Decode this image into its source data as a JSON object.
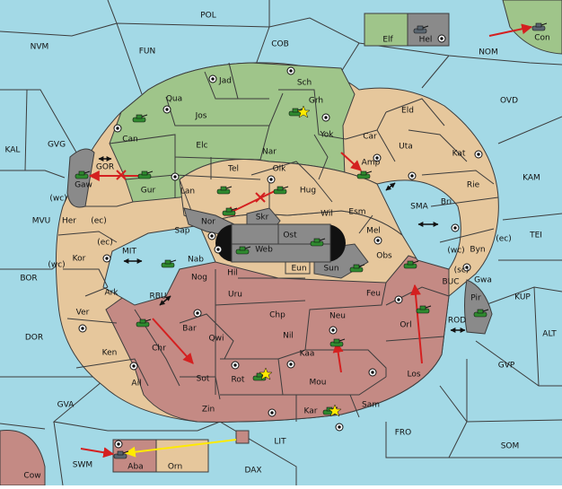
{
  "colors": {
    "sea": "#a3d9e6",
    "land_tan": "#e6c79c",
    "land_green": "#9fc58a",
    "land_rose": "#c48a84",
    "land_grey": "#8a8a8a",
    "black": "#111111",
    "order_red": "#d42020",
    "support_yellow": "#ffea00",
    "unit_green": "#2f8a2f",
    "unit_grey": "#5a6670"
  },
  "seas": {
    "pol": "POL",
    "nvm": "NVM",
    "fun": "FUN",
    "cob": "COB",
    "nom": "NOM",
    "ovd": "OVD",
    "kal": "KAL",
    "gvg": "GVG",
    "kam": "KAM",
    "mvu": "MVU",
    "tei": "TEI",
    "bor": "BOR",
    "kup": "KUP",
    "alt": "ALT",
    "dor": "DOR",
    "gvp": "GVP",
    "gva": "GVA",
    "fro": "FRO",
    "som": "SOM",
    "lit": "LIT",
    "swm": "SWM",
    "dax": "DAX",
    "mit": "MIT",
    "rbu": "RBU",
    "buc": "BUC",
    "rod": "ROD",
    "sma": "SMA",
    "gor": "GOR"
  },
  "lands": {
    "jad": "Jad",
    "sch": "Sch",
    "qua": "Qua",
    "jos": "Jos",
    "grh": "Grh",
    "eld": "Eld",
    "can": "Can",
    "elc": "Elc",
    "nar": "Nar",
    "yok": "Yok",
    "car": "Car",
    "uta": "Uta",
    "kat": "Kat",
    "tel": "Tel",
    "olk": "Olk",
    "amp": "Amp",
    "gaw": "Gaw",
    "gur": "Gur",
    "lan": "Lan",
    "hug": "Hug",
    "rie": "Rie",
    "bri": "Bri",
    "her": "Her",
    "nor": "Nor",
    "skr": "Skr",
    "wil": "Wil",
    "esm": "Esm",
    "sap": "Sap",
    "ost": "Ost",
    "web": "Web",
    "mel": "Mel",
    "byn": "Byn",
    "kor": "Kor",
    "nab": "Nab",
    "hil": "Hil",
    "eun": "Eun",
    "sun": "Sun",
    "obs": "Obs",
    "gwa": "Gwa",
    "nog": "Nog",
    "pir": "Pir",
    "ark": "Ark",
    "uru": "Uru",
    "feu": "Feu",
    "ver": "Ver",
    "bar": "Bar",
    "chp": "Chp",
    "neu": "Neu",
    "orl": "Orl",
    "qwi": "Qwi",
    "nil": "Nil",
    "chr": "Chr",
    "ken": "Ken",
    "kaa": "Kaa",
    "sot": "Sot",
    "rot": "Rot",
    "los": "Los",
    "ail": "Ail",
    "mou": "Mou",
    "zin": "Zin",
    "sam": "Sam",
    "kar": "Kar",
    "elf": "Elf",
    "hel": "Hel",
    "con": "Con",
    "aba": "Aba",
    "orn": "Orn",
    "cow": "Cow"
  },
  "coast_tags": {
    "wc1": "(wc)",
    "ec1": "(ec)",
    "ec2": "(ec)",
    "wc2": "(wc)",
    "wc3": "(wc)",
    "ec3": "(ec)",
    "sc1": "(sc)"
  }
}
